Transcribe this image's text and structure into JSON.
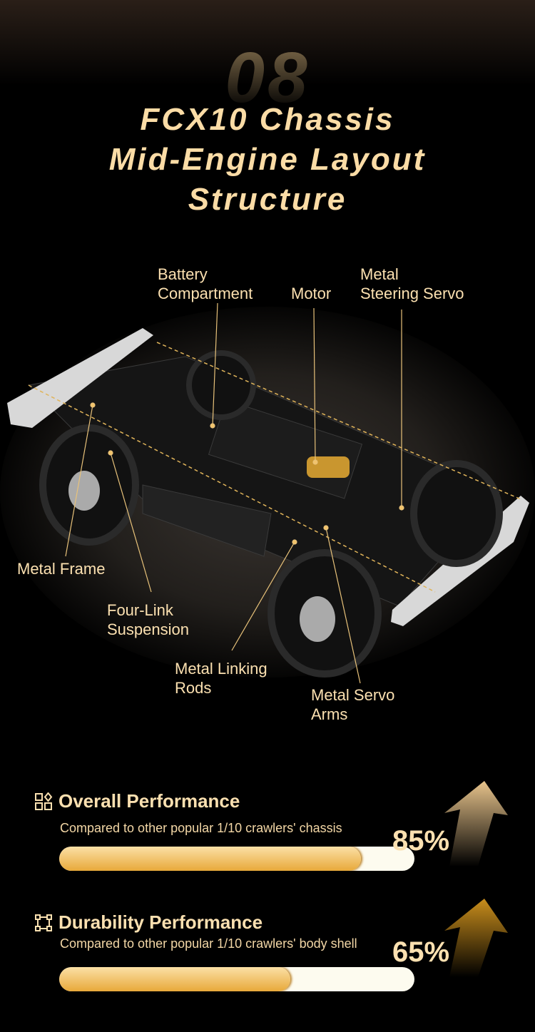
{
  "header": {
    "section_number": "08",
    "title_lines": [
      "FCX10 Chassis",
      "Mid-Engine Layout",
      "Structure"
    ]
  },
  "callouts": {
    "battery": [
      "Battery",
      "Compartment"
    ],
    "motor": "Motor",
    "servo": [
      "Metal",
      "Steering Servo"
    ],
    "frame": "Metal Frame",
    "suspension": [
      "Four-Link",
      "Suspension"
    ],
    "rods": [
      "Metal Linking",
      "Rods"
    ],
    "arms": [
      "Metal Servo",
      "Arms"
    ]
  },
  "performance": [
    {
      "title": "Overall Performance",
      "subtitle": "Compared to other popular 1/10 crawlers' chassis",
      "percent_label": "85%",
      "value": 85,
      "icon": "grid-diamond-icon"
    },
    {
      "title": "Durability Performance",
      "subtitle": "Compared to other popular 1/10 crawlers' body shell",
      "percent_label": "65%",
      "value": 65,
      "icon": "frame-nodes-icon"
    }
  ],
  "colors": {
    "accent": "#fbe0b0",
    "bar_fill": "#e8a93a",
    "bar_track": "#fdfbef"
  }
}
